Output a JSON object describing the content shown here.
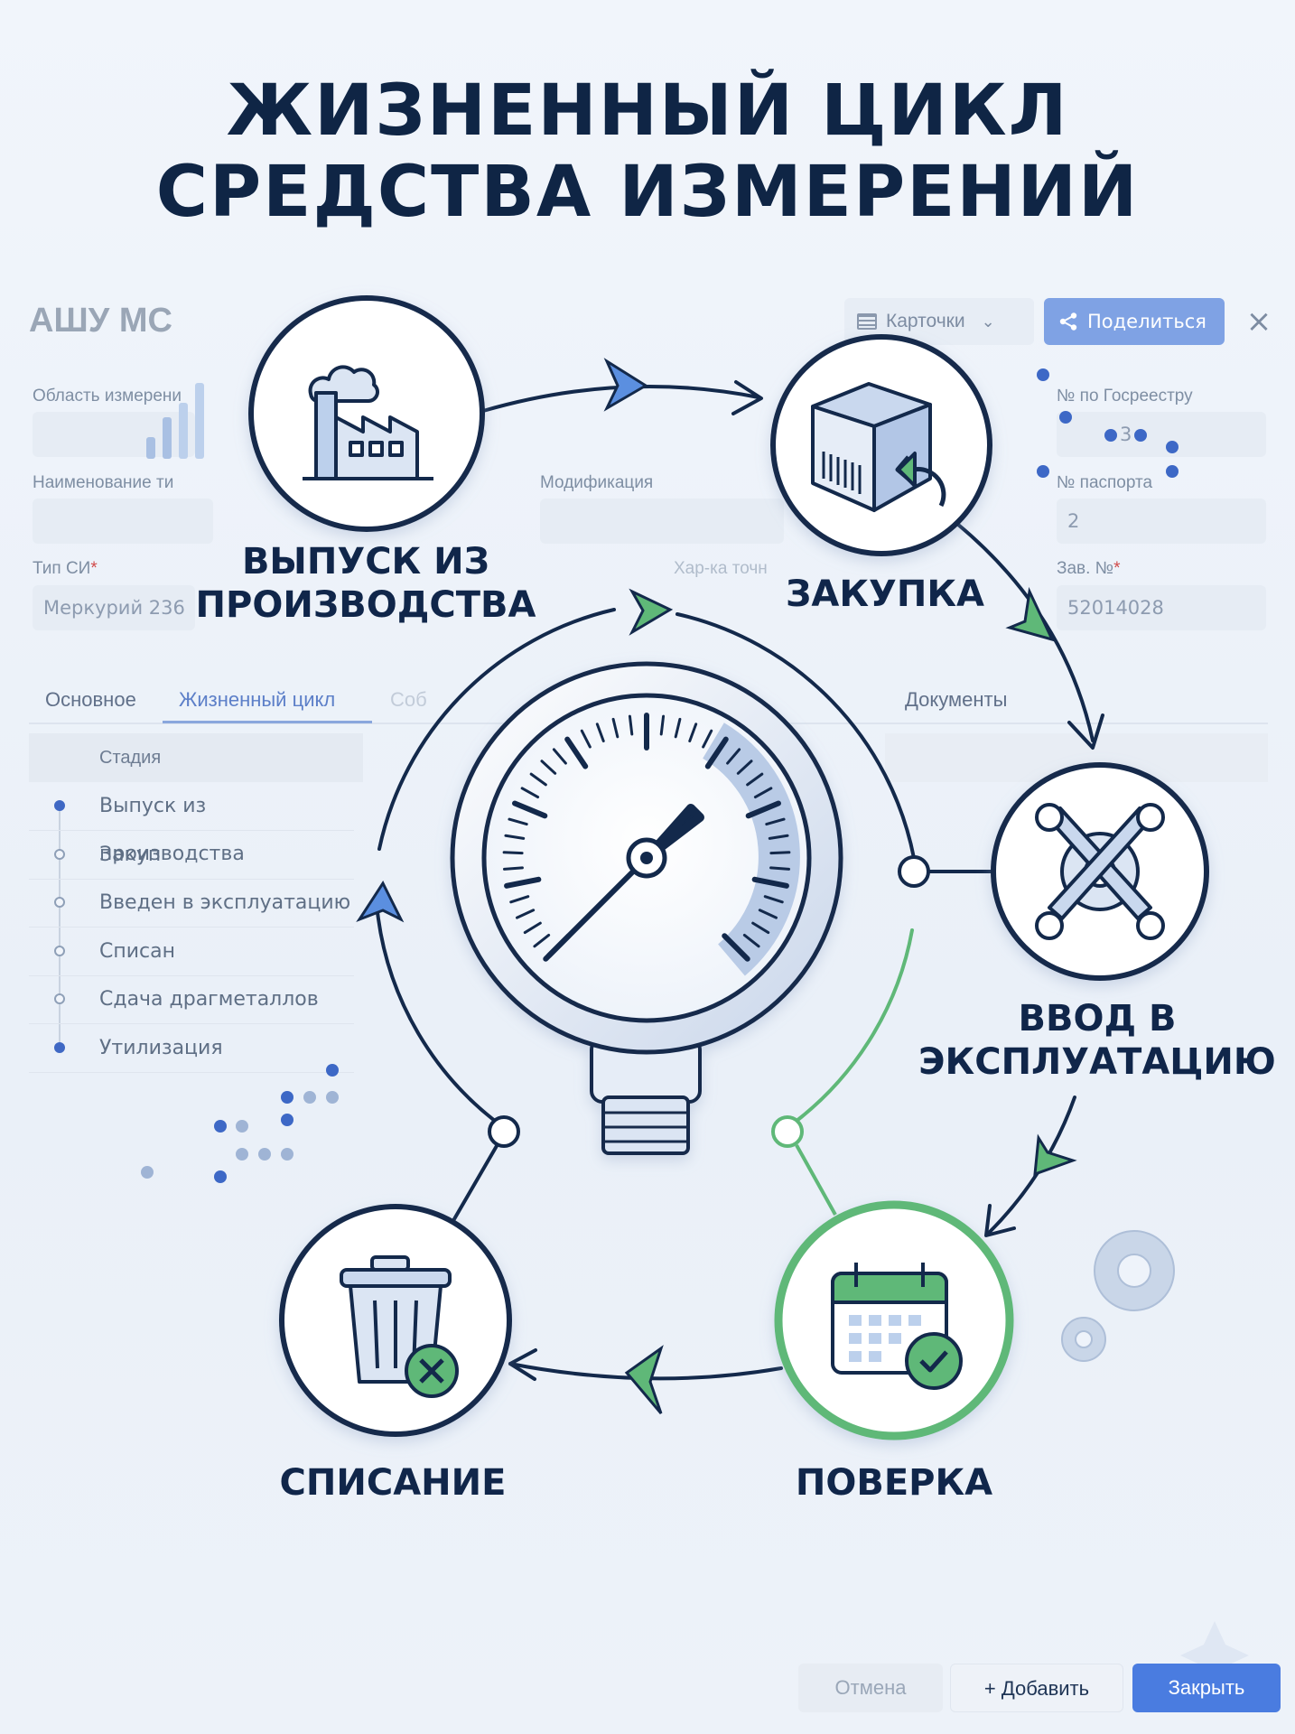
{
  "title": {
    "line1": "ЖИЗНЕННЫЙ ЦИКЛ",
    "line2": "СРЕДСТВА ИЗМЕРЕНИЙ"
  },
  "app": {
    "name": "АШУ МС",
    "view_select": "Карточки",
    "share_label": "Поделиться",
    "close_icon": "close-icon"
  },
  "form": {
    "measurement_area_label": "Область измерени",
    "registry_label": "№ по Госреестру",
    "registry_value": "3",
    "name_label": "Наименование ти",
    "modification_label": "Модификация",
    "passport_label": "№ паспорта",
    "passport_value": "2",
    "type_label": "Тип СИ",
    "type_value": "Меркурий 236",
    "accuracy_label": "Хар-ка точн",
    "serial_label": "Зав. №",
    "serial_value": "52014028",
    "required_mark": "*"
  },
  "tabs": [
    {
      "label": "Основное"
    },
    {
      "label": "Жизненный цикл"
    },
    {
      "label": "Соб"
    },
    {
      "label": "Документы"
    }
  ],
  "table": {
    "header": "Стадия",
    "rows": [
      {
        "label": "Выпуск из производства",
        "state": "filled"
      },
      {
        "label": "Закуп",
        "state": "hollow"
      },
      {
        "label": "Введен в эксплуатацию",
        "state": "hollow"
      },
      {
        "label": "Списан",
        "state": "hollow"
      },
      {
        "label": "Сдача драгметаллов",
        "state": "hollow"
      },
      {
        "label": "Утилизация",
        "state": "filled"
      }
    ]
  },
  "stages": {
    "production": {
      "line1": "ВЫПУСК ИЗ",
      "line2": "ПРОИЗВОДСТВА"
    },
    "purchase": {
      "line1": "ЗАКУПКА"
    },
    "commissioning": {
      "line1": "ВВОД В",
      "line2": "ЭКСПЛУАТАЦИЮ"
    },
    "verification": {
      "line1": "ПОВЕРКА"
    },
    "writeoff": {
      "line1": "СПИСАНИЕ"
    }
  },
  "footer": {
    "cancel_label": "Отмена",
    "add_label": "+ Добавить",
    "close_label": "Закрыть"
  },
  "colors": {
    "navy": "#13294b",
    "accent_blue": "#4a7ce0",
    "green": "#5fb878",
    "light_blue": "#b9cbe6"
  }
}
